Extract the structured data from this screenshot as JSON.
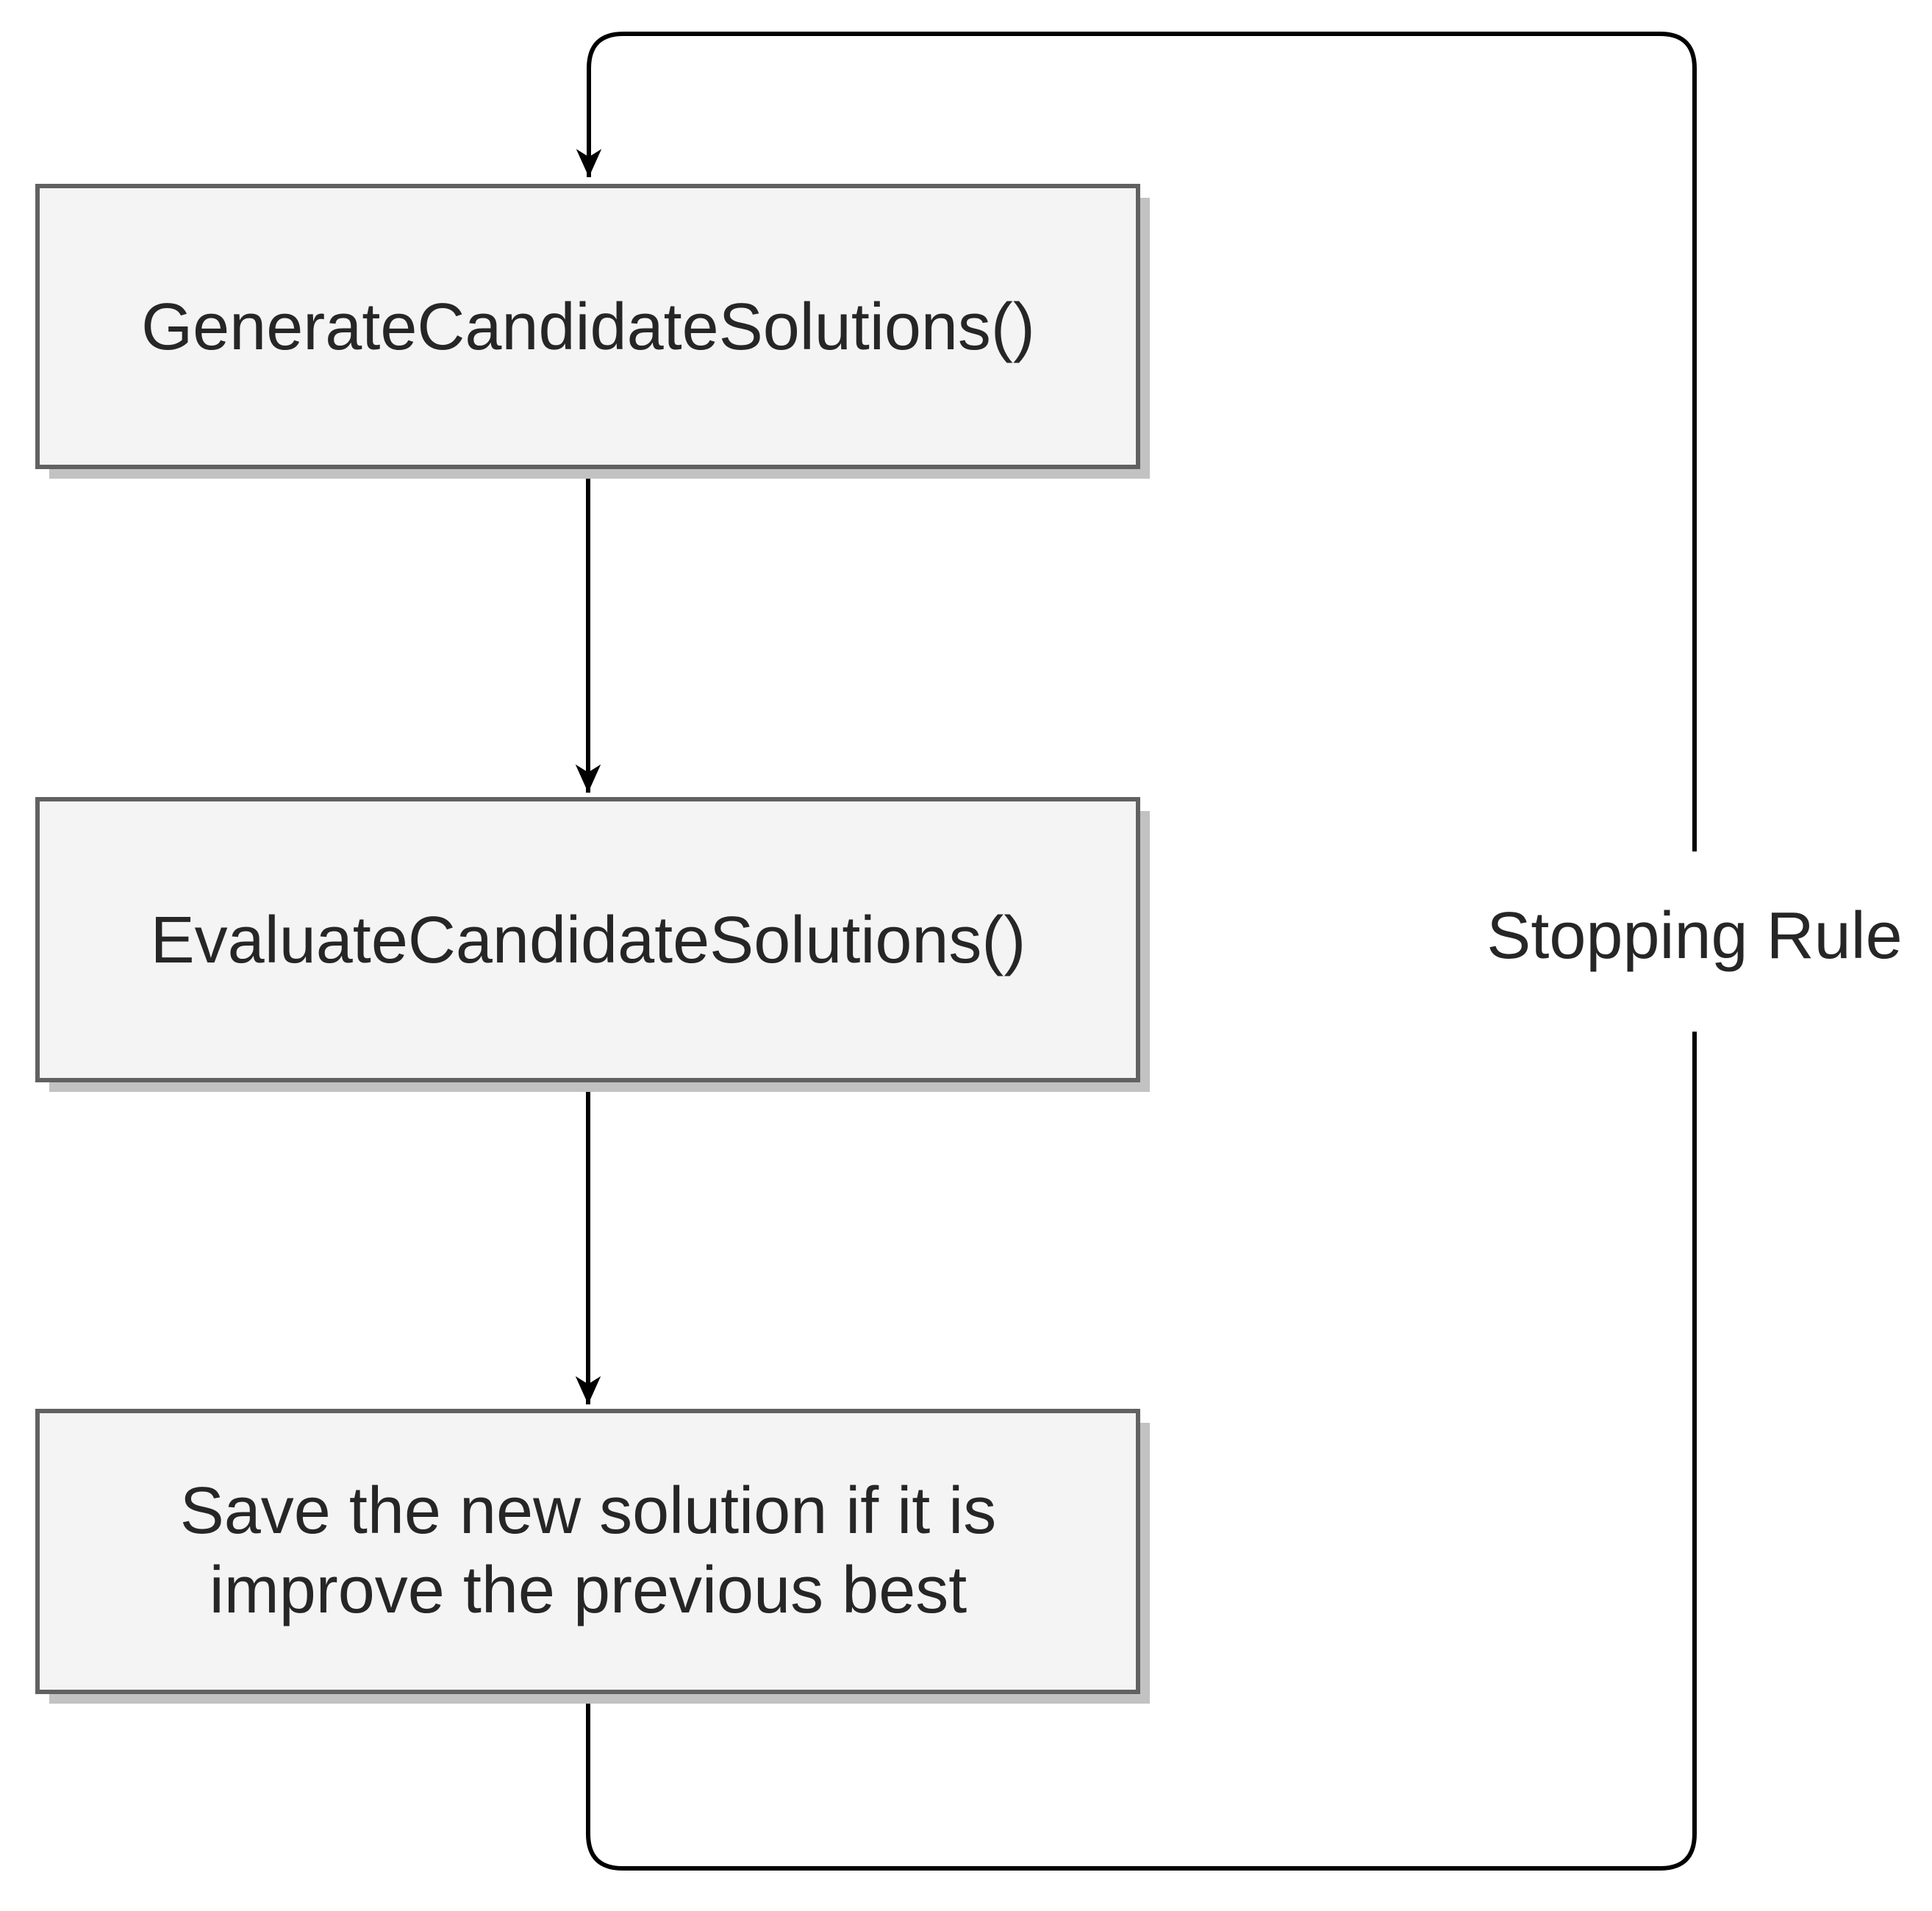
{
  "diagram": {
    "type": "flowchart",
    "nodes": [
      {
        "id": "generate",
        "label": "GenerateCandidateSolutions()"
      },
      {
        "id": "evaluate",
        "label": "EvaluateCandidateSolutions()"
      },
      {
        "id": "save",
        "label_lines": [
          "Save the new solution if it is",
          "improve the previous best"
        ]
      }
    ],
    "edges": [
      {
        "from": "generate",
        "to": "evaluate"
      },
      {
        "from": "evaluate",
        "to": "save"
      },
      {
        "from": "save",
        "to": "generate",
        "label": "Stopping Rule"
      }
    ],
    "colors": {
      "node_fill": "#f4f4f4",
      "node_border": "#616161",
      "node_shadow": "#c2c2c2",
      "connector": "#000000",
      "text": "#262626",
      "background": "#ffffff"
    }
  }
}
